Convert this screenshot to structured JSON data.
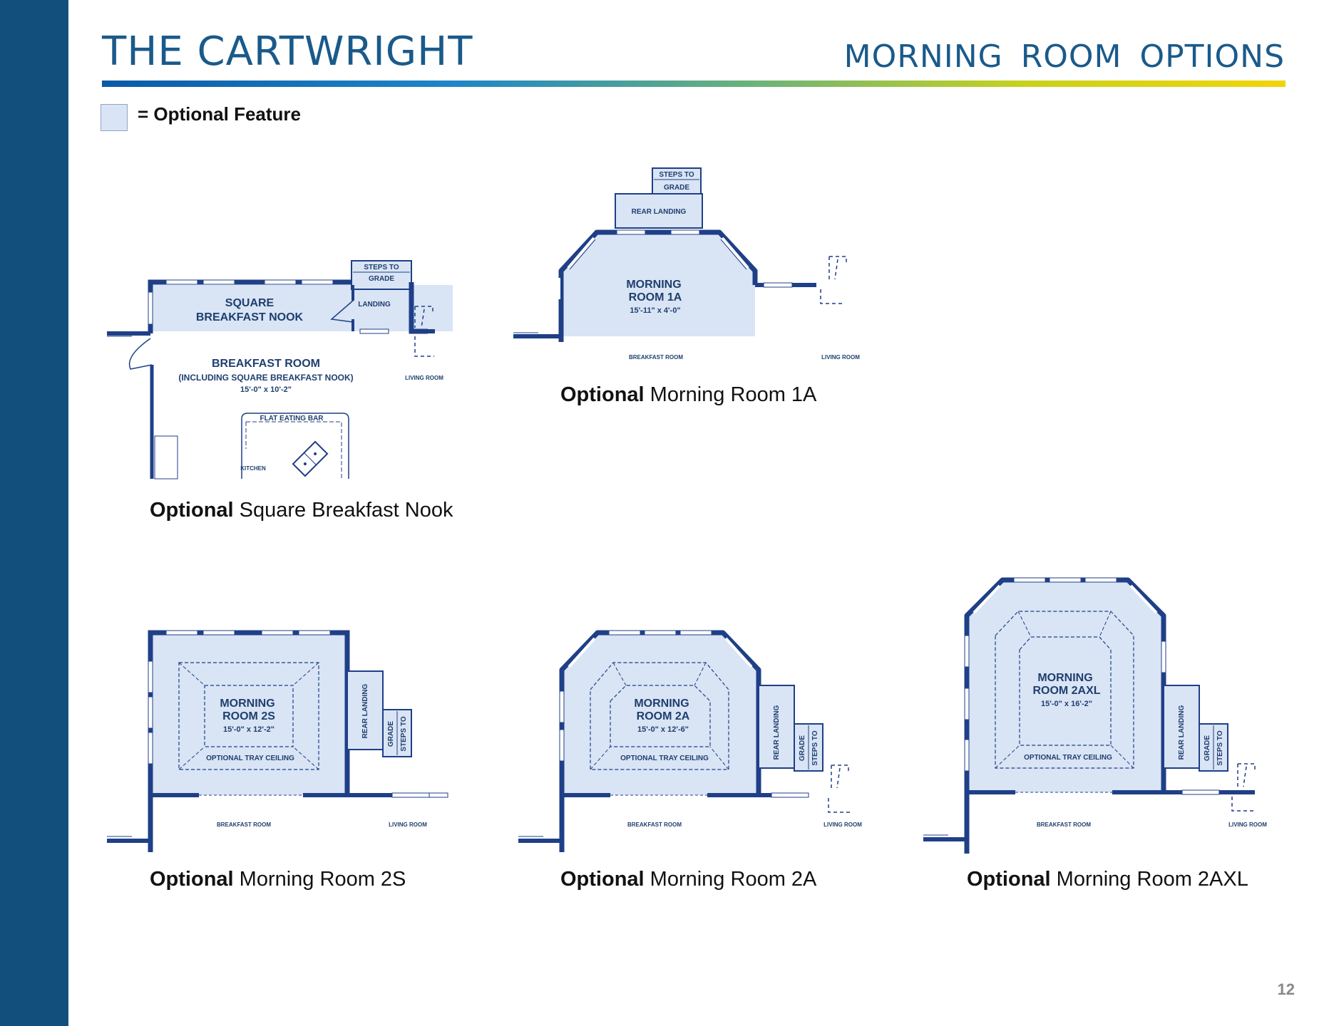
{
  "header": {
    "title": "THE CARTWRIGHT",
    "subtitle": "MORNING ROOM OPTIONS"
  },
  "legend": {
    "label": "= Optional Feature",
    "swatch_color": "#d9e4f5"
  },
  "colors": {
    "sidebar": "#134f7c",
    "wall": "#1f3f87",
    "optional_fill": "#d9e4f5",
    "accent_title": "#1a5a8a"
  },
  "plans": {
    "nook": {
      "caption_bold": "Optional",
      "caption_rest": " Square Breakfast Nook",
      "room_line1": "SQUARE",
      "room_line2": "BREAKFAST NOOK",
      "steps_line1": "STEPS TO",
      "steps_line2": "GRADE",
      "landing": "LANDING",
      "breakfast_title": "BREAKFAST ROOM",
      "breakfast_sub": "(INCLUDING SQUARE BREAKFAST NOOK)",
      "breakfast_dims": "15'-0\" x 10'-2\"",
      "living": "LIVING ROOM",
      "eating_bar": "FLAT EATING BAR",
      "kitchen": "KITCHEN"
    },
    "mr1a": {
      "caption_bold": "Optional",
      "caption_rest": " Morning Room 1A",
      "room_line1": "MORNING",
      "room_line2": "ROOM 1A",
      "dims": "15'-11\" x 4'-0\"",
      "steps_line1": "STEPS TO",
      "steps_line2": "GRADE",
      "landing": "REAR LANDING",
      "breakfast": "BREAKFAST ROOM",
      "living": "LIVING ROOM"
    },
    "mr2s": {
      "caption_bold": "Optional",
      "caption_rest": " Morning Room 2S",
      "room_line1": "MORNING",
      "room_line2": "ROOM 2S",
      "dims": "15'-0\" x 12'-2\"",
      "tray": "OPTIONAL TRAY CEILING",
      "landing": "REAR LANDING",
      "grade": "GRADE",
      "steps": "STEPS TO",
      "breakfast": "BREAKFAST ROOM",
      "living": "LIVING ROOM"
    },
    "mr2a": {
      "caption_bold": "Optional",
      "caption_rest": " Morning Room 2A",
      "room_line1": "MORNING",
      "room_line2": "ROOM 2A",
      "dims": "15'-0\" x 12'-6\"",
      "tray": "OPTIONAL TRAY CEILING",
      "landing": "REAR LANDING",
      "grade": "GRADE",
      "steps": "STEPS TO",
      "breakfast": "BREAKFAST ROOM",
      "living": "LIVING ROOM"
    },
    "mr2axl": {
      "caption_bold": "Optional",
      "caption_rest": " Morning Room 2AXL",
      "room_line1": "MORNING",
      "room_line2": "ROOM 2AXL",
      "dims": "15'-0\" x 16'-2\"",
      "tray": "OPTIONAL TRAY CEILING",
      "landing": "REAR LANDING",
      "grade": "GRADE",
      "steps": "STEPS TO",
      "breakfast": "BREAKFAST ROOM",
      "living": "LIVING ROOM"
    }
  },
  "footer": {
    "page_number": "12"
  }
}
